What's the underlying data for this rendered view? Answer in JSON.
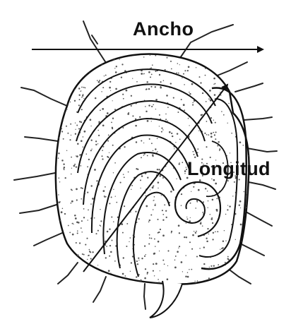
{
  "labels": {
    "width": "Ancho",
    "length": "Longitud"
  },
  "colors": {
    "ink": "#111111",
    "stipple": "#555555",
    "background": "#ffffff"
  },
  "illustration": {
    "subject": "shell-icon",
    "measurements": [
      "width-arrow",
      "length-arrow"
    ]
  }
}
